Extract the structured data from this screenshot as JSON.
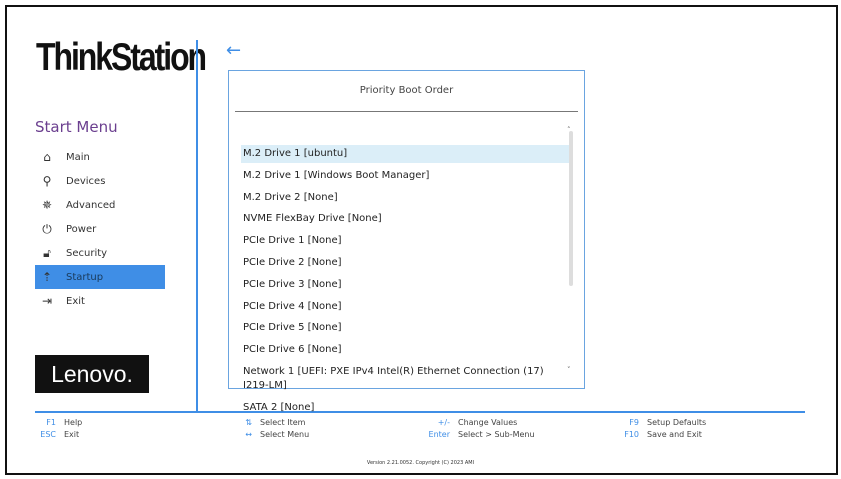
{
  "brand": {
    "logo": "ThinkStation",
    "vendor_logo": "Lenovo."
  },
  "sidebar": {
    "title": "Start Menu",
    "items": [
      {
        "label": "Main",
        "icon": "home-icon"
      },
      {
        "label": "Devices",
        "icon": "devices-icon"
      },
      {
        "label": "Advanced",
        "icon": "advanced-icon"
      },
      {
        "label": "Power",
        "icon": "power-icon"
      },
      {
        "label": "Security",
        "icon": "lock-icon"
      },
      {
        "label": "Startup",
        "icon": "startup-icon",
        "selected": true
      },
      {
        "label": "Exit",
        "icon": "exit-icon"
      }
    ]
  },
  "dialog": {
    "title": "Priority Boot Order",
    "items": [
      "M.2 Drive 1 [ubuntu]",
      "M.2 Drive 1 [Windows Boot Manager]",
      "M.2 Drive 2 [None]",
      "NVME FlexBay Drive [None]",
      "PCIe Drive 1 [None]",
      "PCIe Drive 2 [None]",
      "PCIe Drive 3 [None]",
      "PCIe Drive 4 [None]",
      "PCIe Drive 5 [None]",
      "PCIe Drive 6 [None]",
      "Network 1 [UEFI: PXE IPv4 Intel(R) Ethernet Connection (17) I219-LM]",
      "SATA 2 [None]"
    ],
    "selected_index": 0
  },
  "hotkeys": [
    [
      {
        "key": "F1",
        "label": "Help"
      },
      {
        "key": "ESC",
        "label": "Exit"
      }
    ],
    [
      {
        "key": "⇅",
        "label": "Select Item"
      },
      {
        "key": "↔",
        "label": "Select Menu"
      }
    ],
    [
      {
        "key": "+/-",
        "label": "Change Values"
      },
      {
        "key": "Enter",
        "label": "Select > Sub-Menu"
      }
    ],
    [
      {
        "key": "F9",
        "label": "Setup Defaults"
      },
      {
        "key": "F10",
        "label": "Save and Exit"
      }
    ]
  ],
  "version": "Version 2.21.0052. Copyright (C) 2023 AMI",
  "colors": {
    "accent": "#3f8ee6",
    "title": "#6b3f8f",
    "selection": "#dbeef8"
  }
}
